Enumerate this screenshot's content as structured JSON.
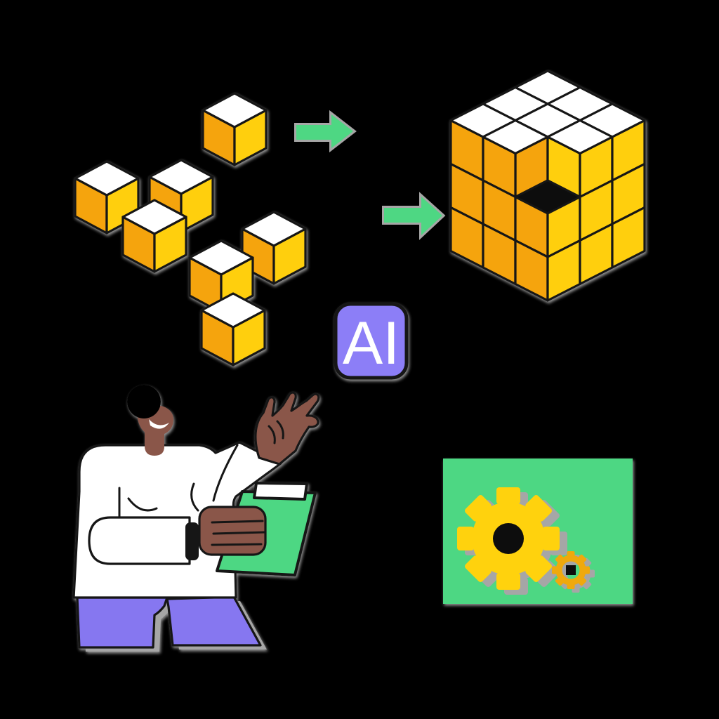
{
  "scene": {
    "background": "#000000",
    "description": "Illustration: scattered cubes transformed by AI into an assembled 3x3 cube; presenter with clipboard; app window with gears"
  },
  "badge": {
    "label": "AI",
    "background": "#8C7EF7",
    "text_color": "#FFFFFF",
    "border_color": "#141414"
  },
  "colors": {
    "bg": "#000000",
    "cube-top": "#FFFFFF",
    "cube-left": "#F5A40A",
    "cube-right": "#FFCF0D",
    "hole-black": "#0A0A0A",
    "outline": "#141414",
    "accent-green": "#4ED783",
    "gear-yellow": "#FFD20A",
    "gear-amber": "#EFA909",
    "shadow-gray": "#A6A6A6",
    "skin": "#8A574A",
    "shirt-white": "#FFFFFF",
    "pants-purple": "#8677F0",
    "clipboard-green": "#4ED783"
  },
  "icons": {
    "scattered_cubes": "seven isometric yellow cubes",
    "arrow_small": "right-arrow-icon",
    "arrow_large": "right-arrow-icon",
    "assembled_cube": "3x3x3 isometric cube with one missing cubie",
    "ai_badge": "AI chip badge",
    "person": "presenter holding clipboard with raised hand",
    "browser_window": "app window outline with header lines",
    "gear_large": "gear-icon",
    "gear_small": "gear-icon"
  }
}
